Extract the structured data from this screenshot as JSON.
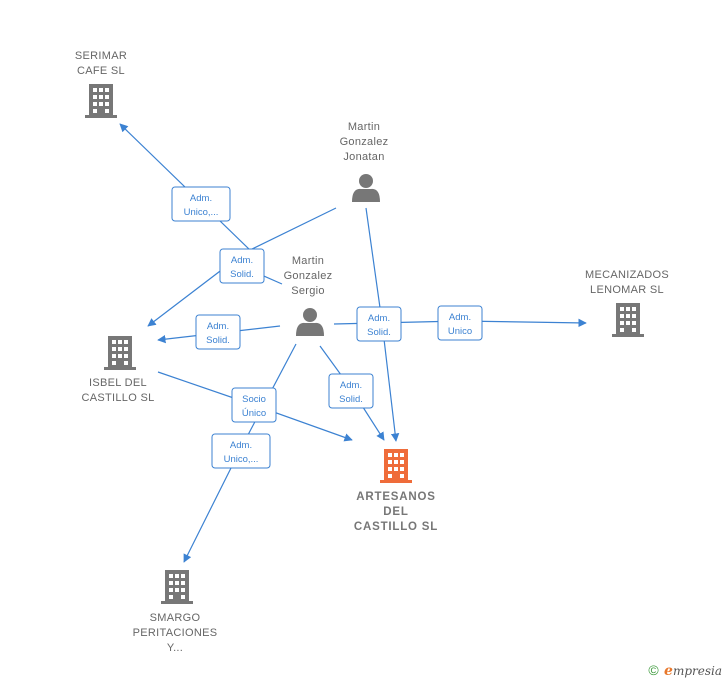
{
  "colors": {
    "edge": "#3c82d2",
    "node": "#777777",
    "main_node": "#ef6c3a",
    "watermark": "#3d9b3d"
  },
  "nodes": [
    {
      "id": "serimar",
      "type": "company",
      "lines": [
        "SERIMAR",
        "CAFE  SL"
      ]
    },
    {
      "id": "martin-jonatan",
      "type": "person",
      "lines": [
        "Martin",
        "Gonzalez",
        "Jonatan"
      ]
    },
    {
      "id": "martin-sergio",
      "type": "person",
      "lines": [
        "Martin",
        "Gonzalez",
        "Sergio"
      ]
    },
    {
      "id": "mecanizados",
      "type": "company",
      "lines": [
        "MECANIZADOS",
        "LENOMAR  SL"
      ]
    },
    {
      "id": "isbel",
      "type": "company",
      "lines": [
        "ISBEL DEL",
        "CASTILLO  SL"
      ]
    },
    {
      "id": "artesanos",
      "type": "company",
      "main": true,
      "lines": [
        "ARTESANOS",
        "DEL",
        "CASTILLO  SL"
      ]
    },
    {
      "id": "smargo",
      "type": "company",
      "lines": [
        "SMARGO",
        "PERITACIONES",
        "Y..."
      ]
    }
  ],
  "edges": [
    {
      "id": "e1",
      "label": [
        "Adm.",
        "Unico,..."
      ]
    },
    {
      "id": "e2",
      "label": [
        "Adm.",
        "Solid."
      ]
    },
    {
      "id": "e3",
      "label": [
        "Adm.",
        "Solid."
      ]
    },
    {
      "id": "e4",
      "label": [
        "Adm.",
        "Solid."
      ]
    },
    {
      "id": "e5",
      "label": [
        "Adm.",
        "Unico"
      ]
    },
    {
      "id": "e6",
      "label": [
        "Adm.",
        "Solid."
      ]
    },
    {
      "id": "e7",
      "label": [
        "Socio",
        "Único"
      ]
    },
    {
      "id": "e8",
      "label": [
        "Adm.",
        "Unico,..."
      ]
    }
  ],
  "watermark": {
    "copyright": "©",
    "brand_initial": "e",
    "brand_rest": "mpresia"
  }
}
